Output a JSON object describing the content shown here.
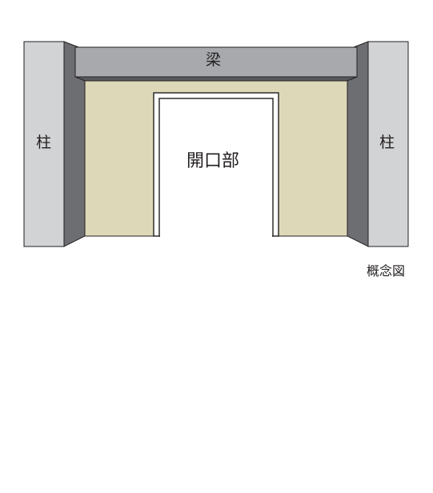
{
  "labels": {
    "beam": "梁",
    "left_pillar": "柱",
    "right_pillar": "柱",
    "opening": "開口部"
  },
  "caption": "概念図",
  "colors": {
    "pillar_face": "#d1d3d4",
    "pillar_side": "#6d6e71",
    "beam_face": "#a7a9ac",
    "beam_bottom": "#58595b",
    "wall": "#ddd8b8",
    "wall_side": "#6d6e71",
    "opening_fill": "#ffffff",
    "outline": "#231f20"
  }
}
